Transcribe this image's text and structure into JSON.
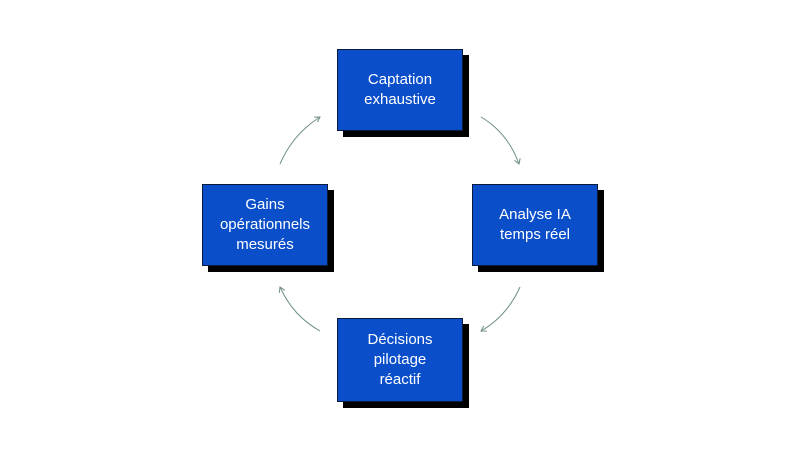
{
  "diagram": {
    "nodes": {
      "top": [
        "Captation",
        "exhaustive"
      ],
      "right": [
        "Analyse IA",
        "temps réel"
      ],
      "bottom": [
        "Décisions",
        "pilotage",
        "réactif"
      ],
      "left": [
        "Gains",
        "opérationnels",
        "mesurés"
      ]
    },
    "colors": {
      "node_fill": "#0a4fc9",
      "node_shadow": "#000000",
      "node_text": "#ffffff",
      "arrow": "#6f8f86"
    },
    "arrow_direction": "clockwise"
  }
}
